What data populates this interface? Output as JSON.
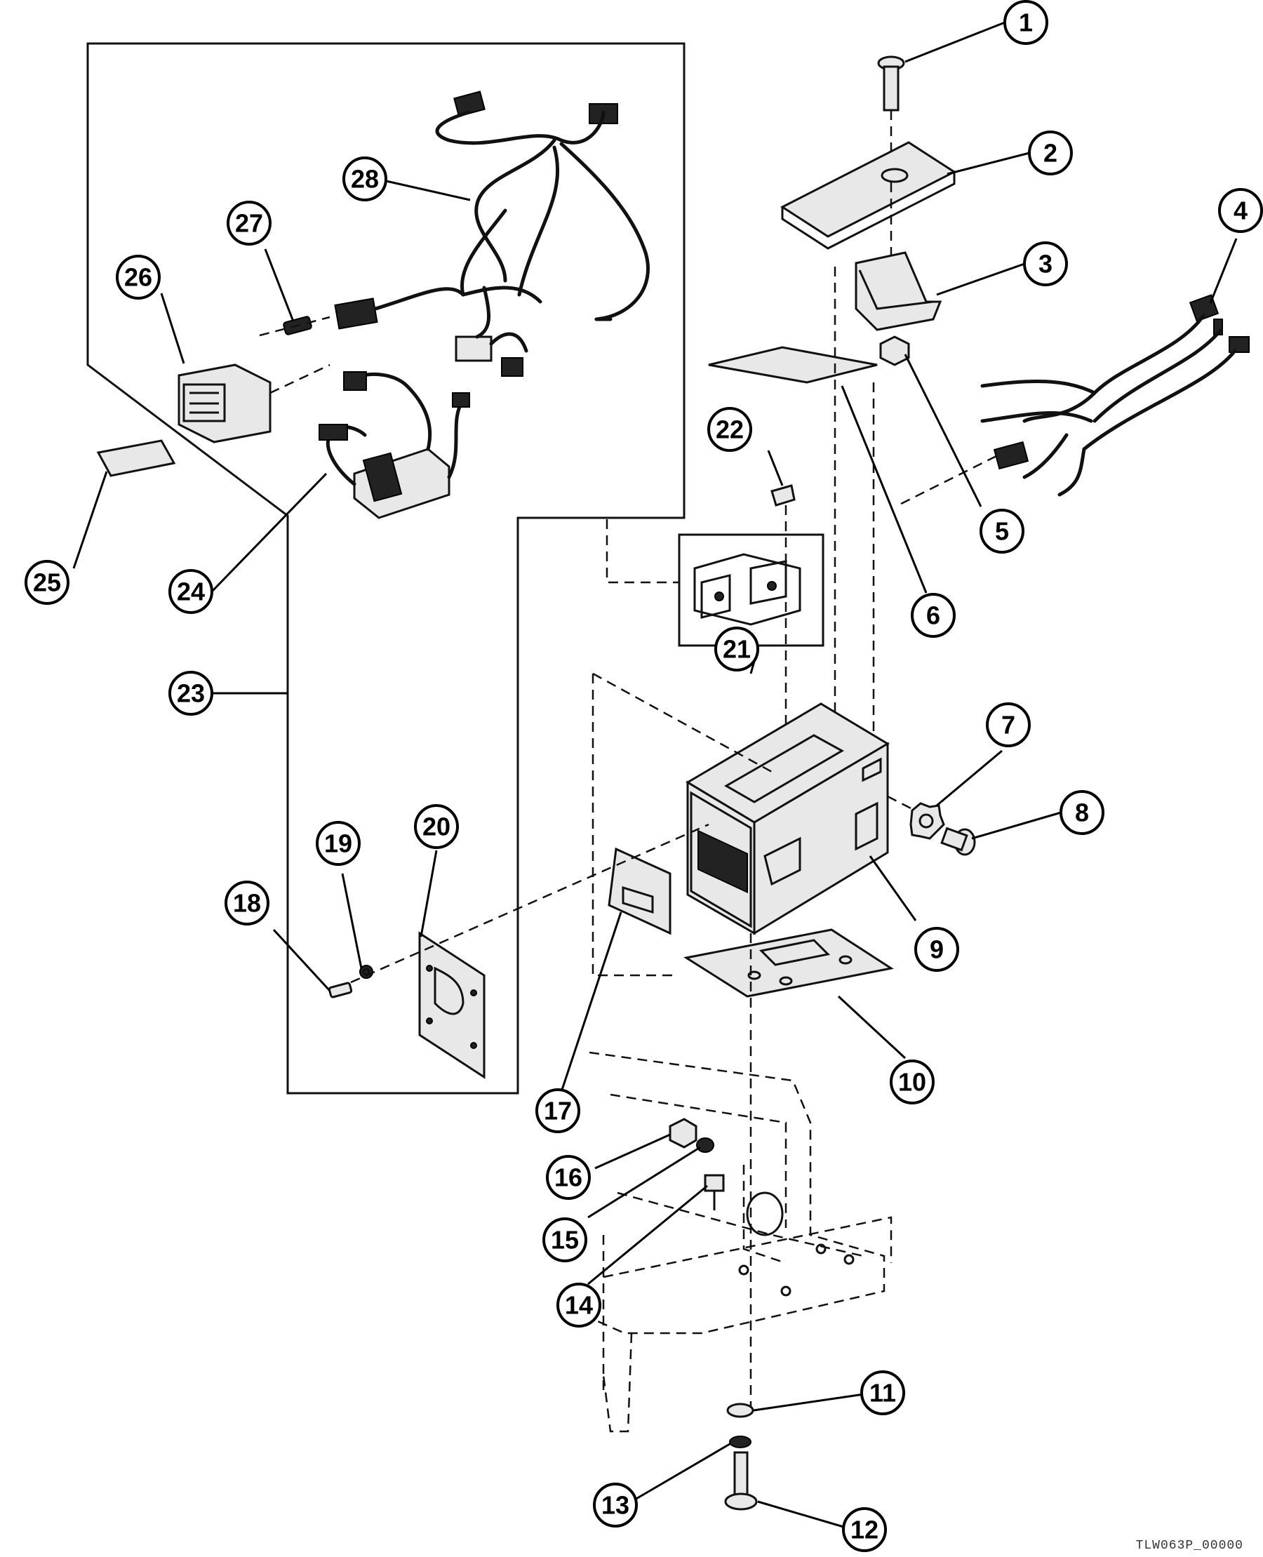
{
  "drawing": {
    "code": "TLW063P_00000"
  },
  "callouts": [
    {
      "number": "1"
    },
    {
      "number": "2"
    },
    {
      "number": "3"
    },
    {
      "number": "4"
    },
    {
      "number": "5"
    },
    {
      "number": "6"
    },
    {
      "number": "7"
    },
    {
      "number": "8"
    },
    {
      "number": "9"
    },
    {
      "number": "10"
    },
    {
      "number": "11"
    },
    {
      "number": "12"
    },
    {
      "number": "13"
    },
    {
      "number": "14"
    },
    {
      "number": "15"
    },
    {
      "number": "16"
    },
    {
      "number": "17"
    },
    {
      "number": "18"
    },
    {
      "number": "19"
    },
    {
      "number": "20"
    },
    {
      "number": "21"
    },
    {
      "number": "22"
    },
    {
      "number": "23"
    },
    {
      "number": "24"
    },
    {
      "number": "25"
    },
    {
      "number": "26"
    },
    {
      "number": "27"
    },
    {
      "number": "28"
    }
  ]
}
